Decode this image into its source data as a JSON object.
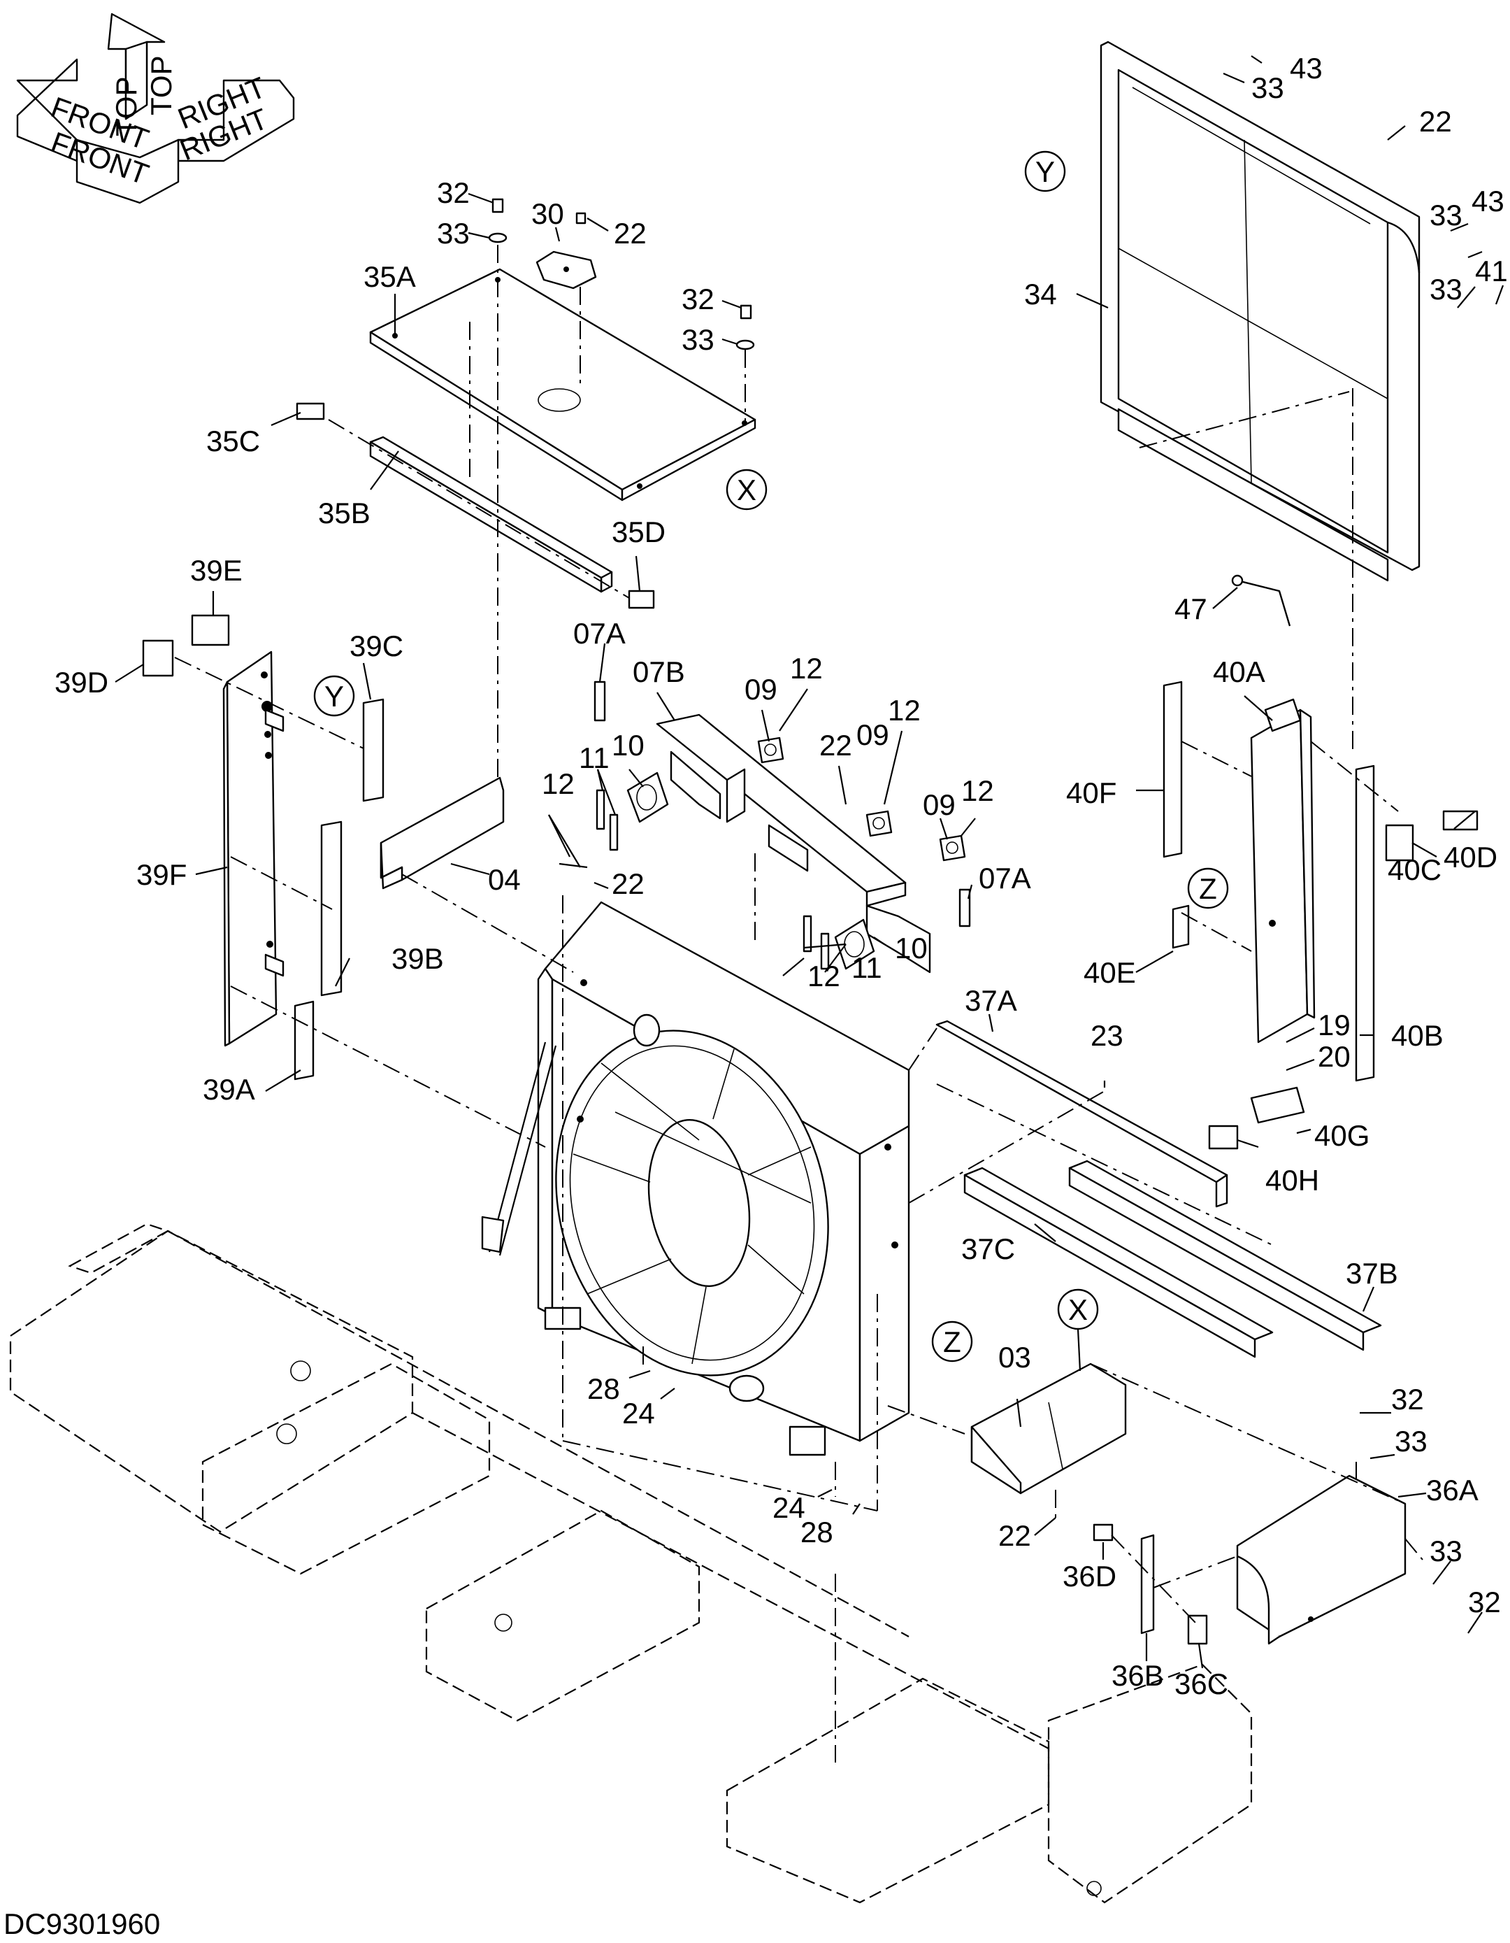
{
  "drawing": {
    "code": "DC9301960",
    "orientation_labels": [
      "TOP",
      "TOP",
      "FRONT",
      "FRONT",
      "RIGHT",
      "RIGHT"
    ]
  },
  "callouts": [
    {
      "id": "c-32-top",
      "text": "32"
    },
    {
      "id": "c-33-top",
      "text": "33"
    },
    {
      "id": "c-30",
      "text": "30"
    },
    {
      "id": "c-22-top",
      "text": "22"
    },
    {
      "id": "c-35A",
      "text": "35A"
    },
    {
      "id": "c-32-b",
      "text": "32"
    },
    {
      "id": "c-33-b",
      "text": "33"
    },
    {
      "id": "c-35C",
      "text": "35C"
    },
    {
      "id": "c-35B",
      "text": "35B"
    },
    {
      "id": "c-35D",
      "text": "35D"
    },
    {
      "id": "c-39E",
      "text": "39E"
    },
    {
      "id": "c-39D",
      "text": "39D"
    },
    {
      "id": "c-39C",
      "text": "39C"
    },
    {
      "id": "c-39F",
      "text": "39F"
    },
    {
      "id": "c-39B",
      "text": "39B"
    },
    {
      "id": "c-39A",
      "text": "39A"
    },
    {
      "id": "c-04",
      "text": "04"
    },
    {
      "id": "c-07A-a",
      "text": "07A"
    },
    {
      "id": "c-07B",
      "text": "07B"
    },
    {
      "id": "c-09-a",
      "text": "09"
    },
    {
      "id": "c-12-a",
      "text": "12"
    },
    {
      "id": "c-10-a",
      "text": "10"
    },
    {
      "id": "c-11-a",
      "text": "11"
    },
    {
      "id": "c-12-b",
      "text": "12"
    },
    {
      "id": "c-22-mid",
      "text": "22"
    },
    {
      "id": "c-09-b",
      "text": "09"
    },
    {
      "id": "c-12-c",
      "text": "12"
    },
    {
      "id": "c-09-c",
      "text": "09"
    },
    {
      "id": "c-12-d",
      "text": "12"
    },
    {
      "id": "c-07A-b",
      "text": "07A"
    },
    {
      "id": "c-22-low",
      "text": "22"
    },
    {
      "id": "c-10-b",
      "text": "10"
    },
    {
      "id": "c-11-b",
      "text": "11"
    },
    {
      "id": "c-12-e",
      "text": "12"
    },
    {
      "id": "c-43-a",
      "text": "43"
    },
    {
      "id": "c-33-c",
      "text": "33"
    },
    {
      "id": "c-22-r",
      "text": "22"
    },
    {
      "id": "c-33-d",
      "text": "33"
    },
    {
      "id": "c-43-b",
      "text": "43"
    },
    {
      "id": "c-41",
      "text": "41"
    },
    {
      "id": "c-33-e",
      "text": "33"
    },
    {
      "id": "c-34",
      "text": "34"
    },
    {
      "id": "c-47",
      "text": "47"
    },
    {
      "id": "c-40A",
      "text": "40A"
    },
    {
      "id": "c-40F",
      "text": "40F"
    },
    {
      "id": "c-40D",
      "text": "40D"
    },
    {
      "id": "c-40C",
      "text": "40C"
    },
    {
      "id": "c-40E",
      "text": "40E"
    },
    {
      "id": "c-19",
      "text": "19"
    },
    {
      "id": "c-40B",
      "text": "40B"
    },
    {
      "id": "c-20",
      "text": "20"
    },
    {
      "id": "c-40G",
      "text": "40G"
    },
    {
      "id": "c-40H",
      "text": "40H"
    },
    {
      "id": "c-37A",
      "text": "37A"
    },
    {
      "id": "c-23",
      "text": "23"
    },
    {
      "id": "c-37C",
      "text": "37C"
    },
    {
      "id": "c-37B",
      "text": "37B"
    },
    {
      "id": "c-03",
      "text": "03"
    },
    {
      "id": "c-28-a",
      "text": "28"
    },
    {
      "id": "c-24-a",
      "text": "24"
    },
    {
      "id": "c-24-b",
      "text": "24"
    },
    {
      "id": "c-28-b",
      "text": "28"
    },
    {
      "id": "c-22-bot",
      "text": "22"
    },
    {
      "id": "c-32-r",
      "text": "32"
    },
    {
      "id": "c-33-r",
      "text": "33"
    },
    {
      "id": "c-36A",
      "text": "36A"
    },
    {
      "id": "c-36D",
      "text": "36D"
    },
    {
      "id": "c-36B",
      "text": "36B"
    },
    {
      "id": "c-36C",
      "text": "36C"
    },
    {
      "id": "c-33-rb",
      "text": "33"
    },
    {
      "id": "c-32-rb",
      "text": "32"
    }
  ],
  "reference_marks": [
    {
      "id": "ref-Y-1",
      "text": "Y"
    },
    {
      "id": "ref-Y-2",
      "text": "Y"
    },
    {
      "id": "ref-X-1",
      "text": "X"
    },
    {
      "id": "ref-X-2",
      "text": "X"
    },
    {
      "id": "ref-Z-1",
      "text": "Z"
    },
    {
      "id": "ref-Z-2",
      "text": "Z"
    }
  ]
}
